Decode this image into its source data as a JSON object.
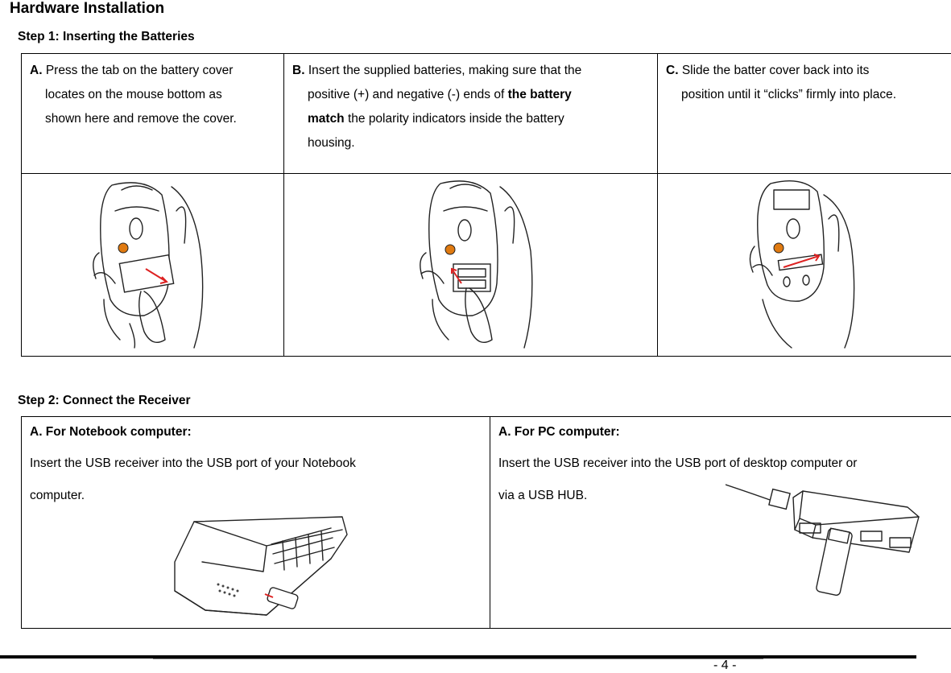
{
  "title": "Hardware Installation",
  "step1": {
    "heading": "Step 1: Inserting the Batteries",
    "a": {
      "letter": "A.",
      "lines": [
        "Press the tab on the battery cover",
        "locates on the mouse bottom as",
        "shown here and remove the cover."
      ]
    },
    "b": {
      "letter": "B.",
      "line1": "Insert the supplied batteries, making sure that the",
      "line2_pre": "positive (+) and negative (-) ends of ",
      "line2_bold": "the battery",
      "line3_bold": "match",
      "line3_post": " the polarity indicators inside the battery",
      "line4": "housing."
    },
    "c": {
      "letter": "C.",
      "lines": [
        "Slide the batter cover back into its",
        "position until it “clicks” firmly into place."
      ]
    }
  },
  "step2": {
    "heading": "Step 2: Connect the Receiver",
    "notebook": {
      "head": "A. For Notebook computer:",
      "line1": "Insert the USB receiver into the USB port of your Notebook",
      "line2": "computer."
    },
    "pc": {
      "head": "A. For PC computer:",
      "line1": "Insert the USB receiver into the USB port of desktop computer or",
      "line2": "via a USB HUB."
    }
  },
  "footer": {
    "page": "- 4 -"
  },
  "colors": {
    "arrow": "#dd2222",
    "button": "#e07a10"
  }
}
